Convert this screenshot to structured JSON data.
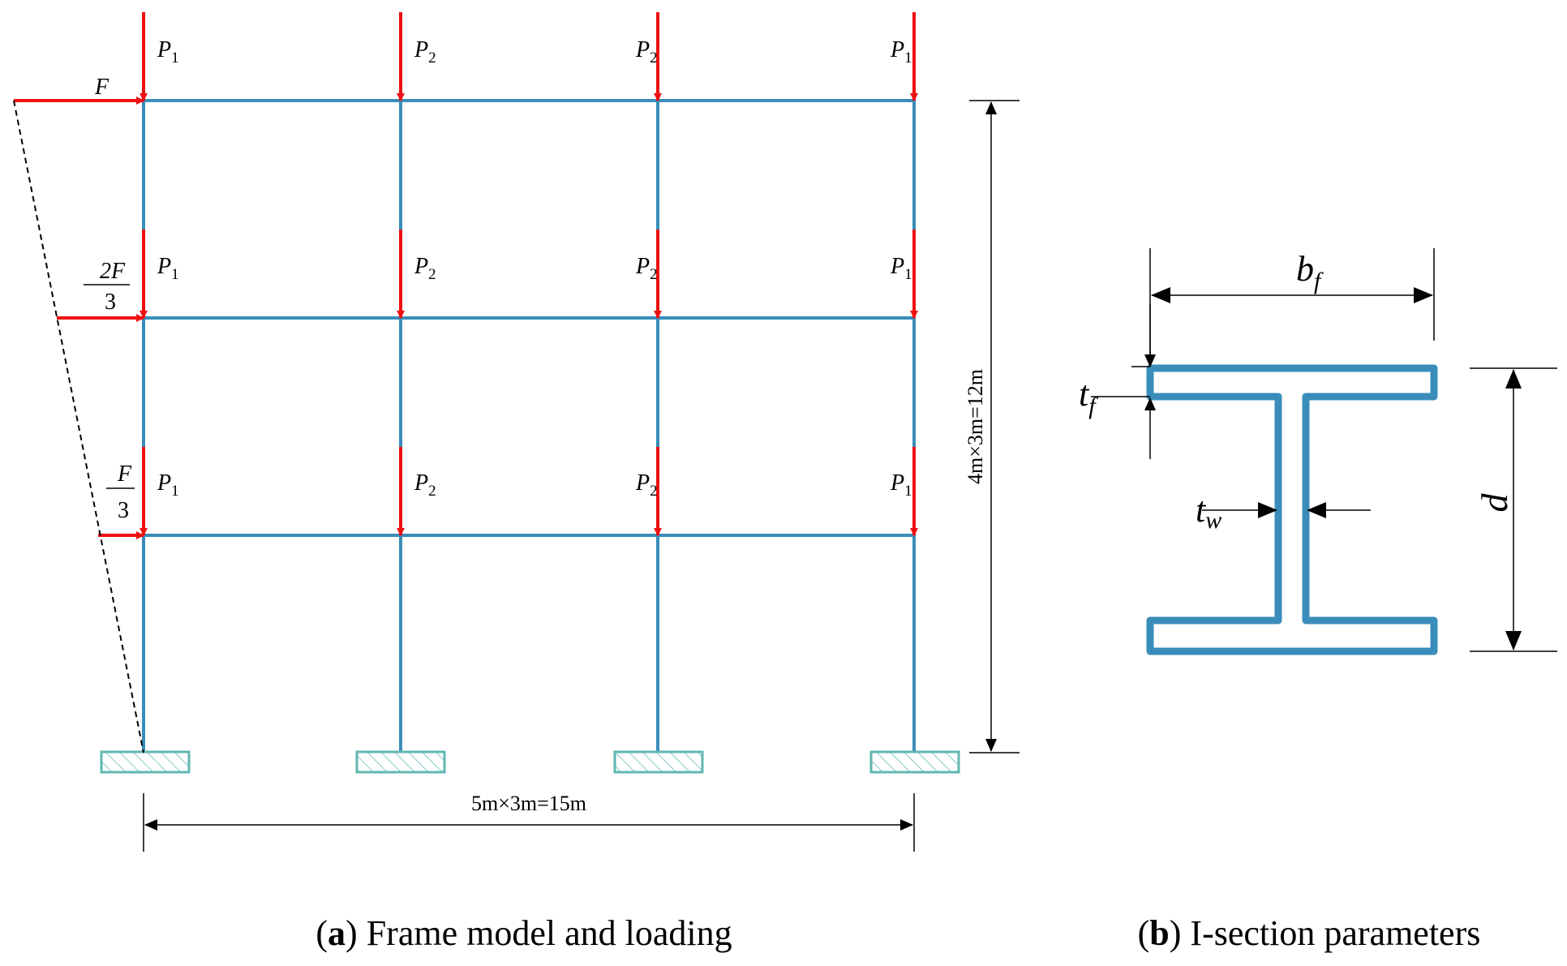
{
  "colors": {
    "frame": "#3a8dba",
    "load": "#ee1111",
    "support": "#5fb7b0",
    "dimension": "#000000",
    "background": "#ffffff"
  },
  "frame": {
    "bays": 3,
    "stories": 3,
    "column_load_labels": [
      {
        "base": "P",
        "sub": "1"
      },
      {
        "base": "P",
        "sub": "2"
      },
      {
        "base": "P",
        "sub": "2"
      },
      {
        "base": "P",
        "sub": "1"
      }
    ],
    "lateral_loads": {
      "top": {
        "text": "F"
      },
      "middle": {
        "num": "2F",
        "den": "3"
      },
      "bottom": {
        "num": "F",
        "den": "3"
      }
    },
    "height_dimension": "4m×3m=12m",
    "width_dimension": "5m×3m=15m"
  },
  "section": {
    "labels": {
      "bf": {
        "base": "b",
        "sub": "f"
      },
      "tf": {
        "base": "t",
        "sub": "f"
      },
      "tw": {
        "base": "t",
        "sub": "w"
      },
      "d": {
        "base": "d"
      }
    }
  },
  "captions": {
    "a": {
      "tag": "a",
      "text": "Frame model and loading"
    },
    "b": {
      "tag": "b",
      "text": "I-section parameters"
    }
  }
}
